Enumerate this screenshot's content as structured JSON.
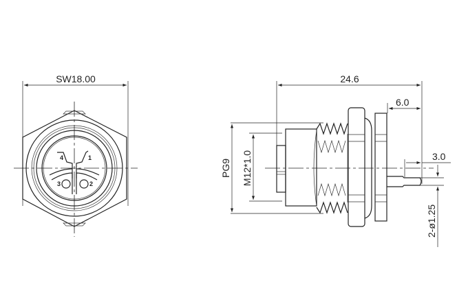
{
  "front_view": {
    "width_dimension": "SW18.00",
    "pins": [
      "1",
      "2",
      "3",
      "4"
    ]
  },
  "side_view": {
    "length_dimension": "24.6",
    "pin_length_dimension": "6.0",
    "pin_tip_dimension": "3.0",
    "thread_outer_label": "PG9",
    "thread_inner_label": "M12*1.0",
    "pin_diameter_label": "2-ø1.25"
  }
}
